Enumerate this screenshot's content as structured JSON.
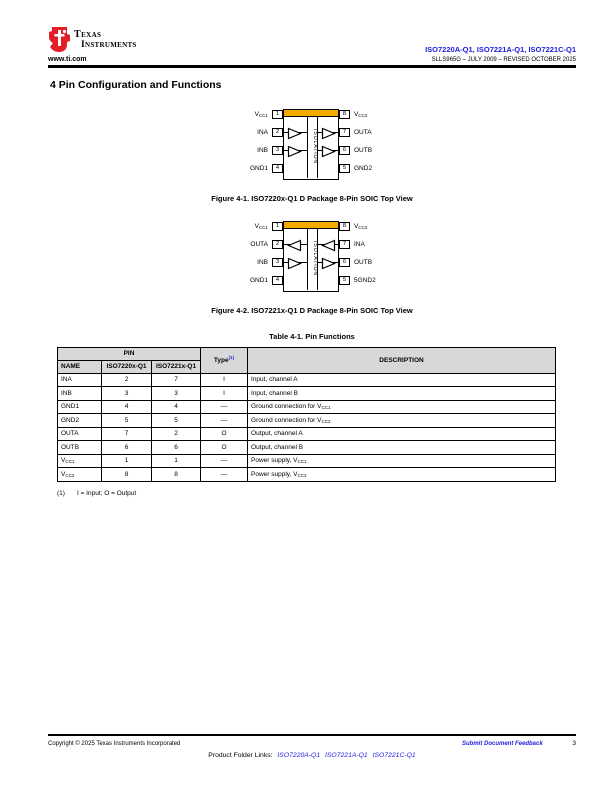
{
  "header": {
    "logo_line1": "Texas",
    "logo_line2": "Instruments",
    "website": "www.ti.com",
    "part_numbers": "ISO7220A-Q1, ISO7221A-Q1, ISO7221C-Q1",
    "doc_info": "SLLS965G – JULY 2009 – REVISED OCTOBER 2025"
  },
  "section": {
    "title": "4 Pin Configuration and Functions"
  },
  "figure1": {
    "caption": "Figure 4-1. ISO7220x-Q1 D Package 8-Pin SOIC Top View",
    "isolation_label": "ISOLATION",
    "left_pins": [
      {
        "name": "V",
        "sub": "CC1",
        "num": "1",
        "buffer": "none"
      },
      {
        "name": "INA",
        "sub": "",
        "num": "2",
        "buffer": "right"
      },
      {
        "name": "INB",
        "sub": "",
        "num": "3",
        "buffer": "right"
      },
      {
        "name": "GND1",
        "sub": "",
        "num": "4",
        "buffer": "none"
      }
    ],
    "right_pins": [
      {
        "name": "V",
        "sub": "CC2",
        "num": "8",
        "buffer": "none"
      },
      {
        "name": "OUTA",
        "sub": "",
        "num": "7",
        "buffer": "right"
      },
      {
        "name": "OUTB",
        "sub": "",
        "num": "6",
        "buffer": "right"
      },
      {
        "name": "GND2",
        "sub": "",
        "num": "5",
        "buffer": "none"
      }
    ]
  },
  "figure2": {
    "caption": "Figure 4-2. ISO7221x-Q1 D Package 8-Pin SOIC Top View",
    "isolation_label": "ISOLATION",
    "left_pins": [
      {
        "name": "V",
        "sub": "CC1",
        "num": "1",
        "buffer": "none"
      },
      {
        "name": "OUTA",
        "sub": "",
        "num": "2",
        "buffer": "left"
      },
      {
        "name": "INB",
        "sub": "",
        "num": "3",
        "buffer": "right"
      },
      {
        "name": "GND1",
        "sub": "",
        "num": "4",
        "buffer": "none"
      }
    ],
    "right_pins": [
      {
        "name": "V",
        "sub": "CC2",
        "num": "8",
        "buffer": "none"
      },
      {
        "name": "INA",
        "sub": "",
        "num": "7",
        "buffer": "left"
      },
      {
        "name": "OUTB",
        "sub": "",
        "num": "6",
        "buffer": "right"
      },
      {
        "name": "GND2",
        "sub": "",
        "num": "5",
        "buffer": "none"
      }
    ]
  },
  "table": {
    "title": "Table 4-1. Pin Functions",
    "header": {
      "pin_group": "PIN",
      "name": "NAME",
      "col7220": "ISO7220x-Q1",
      "col7221": "ISO7221x-Q1",
      "type": "Type",
      "type_sup": "(1)",
      "description": "DESCRIPTION"
    },
    "rows": [
      {
        "name": "INA",
        "name_sub": "",
        "pin7220": "2",
        "pin7221": "7",
        "type": "I",
        "desc": "Input, channel A",
        "desc_sub": ""
      },
      {
        "name": "INB",
        "name_sub": "",
        "pin7220": "3",
        "pin7221": "3",
        "type": "I",
        "desc": "Input, channel B",
        "desc_sub": ""
      },
      {
        "name": "GND1",
        "name_sub": "",
        "pin7220": "4",
        "pin7221": "4",
        "type": "—",
        "desc": "Ground connection for V",
        "desc_sub": "CC1"
      },
      {
        "name": "GND2",
        "name_sub": "",
        "pin7220": "5",
        "pin7221": "5",
        "type": "—",
        "desc": "Ground connection for V",
        "desc_sub": "CC2"
      },
      {
        "name": "OUTA",
        "name_sub": "",
        "pin7220": "7",
        "pin7221": "2",
        "type": "O",
        "desc": "Output, channel A",
        "desc_sub": ""
      },
      {
        "name": "OUTB",
        "name_sub": "",
        "pin7220": "6",
        "pin7221": "6",
        "type": "O",
        "desc": "Output, channel B",
        "desc_sub": ""
      },
      {
        "name": "V",
        "name_sub": "CC1",
        "pin7220": "1",
        "pin7221": "1",
        "type": "—",
        "desc": "Power supply, V",
        "desc_sub": "CC1"
      },
      {
        "name": "V",
        "name_sub": "CC2",
        "pin7220": "8",
        "pin7221": "8",
        "type": "—",
        "desc": "Power supply, V",
        "desc_sub": "CC2"
      }
    ],
    "footnote": {
      "marker": "(1)",
      "text": "I = Input; O = Output"
    }
  },
  "footer": {
    "copyright": "Copyright © 2025 Texas Instruments Incorporated",
    "feedback": "Submit Document Feedback",
    "page": "3",
    "links_label": "Product Folder Links:",
    "links": [
      "ISO7220A-Q1",
      "ISO7221A-Q1",
      "ISO7221C-Q1"
    ]
  },
  "colors": {
    "logo_red": "#E31E26",
    "link_blue": "#2020DF",
    "package_accent_orange": "#F5A800",
    "table_header_gray": "#D8D8D8"
  }
}
